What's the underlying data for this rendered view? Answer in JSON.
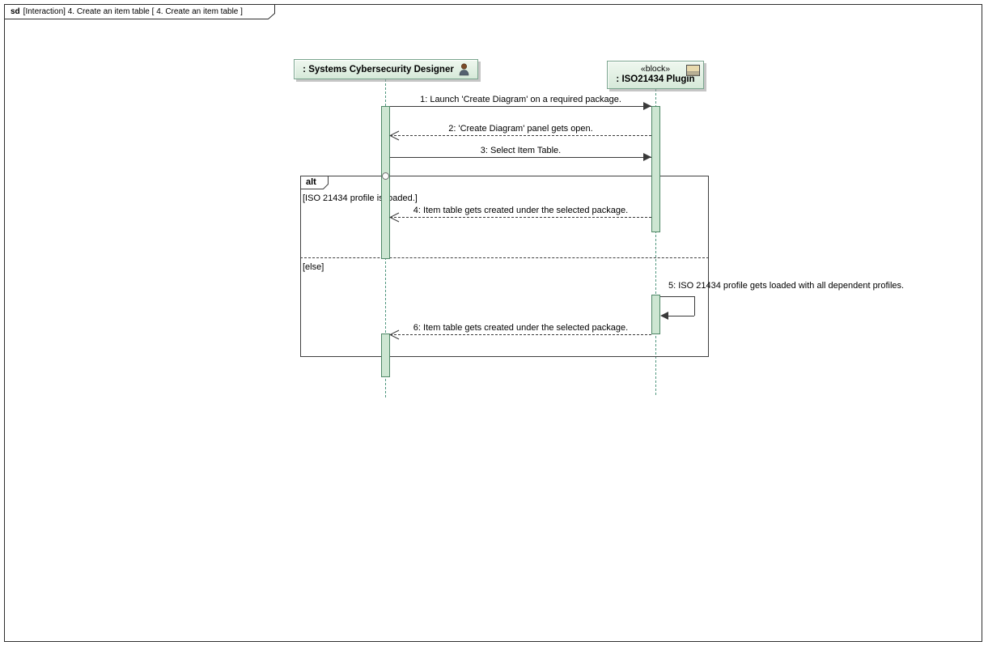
{
  "frame": {
    "keyword": "sd",
    "title": "[Interaction] 4. Create an item table [ 4. Create an item table ]"
  },
  "lifelines": [
    {
      "label": ": Systems Cybersecurity Designer",
      "icon": "actor-person-icon"
    },
    {
      "stereotype": "«block»",
      "label": ": ISO21434 Plugin",
      "icon": "block-icon"
    }
  ],
  "fragment": {
    "operator": "alt",
    "guards": [
      "[ISO 21434 profile is loaded.]",
      "[else]"
    ]
  },
  "messages": [
    {
      "label": "1: Launch 'Create Diagram' on a required package.",
      "kind": "sync",
      "direction": "right"
    },
    {
      "label": "2: 'Create Diagram' panel gets open.",
      "kind": "reply",
      "direction": "left"
    },
    {
      "label": "3: Select Item Table.",
      "kind": "sync",
      "direction": "right"
    },
    {
      "label": "4: Item table gets created under the selected package.",
      "kind": "reply",
      "direction": "left"
    },
    {
      "label": "5: ISO 21434 profile gets loaded with all dependent profiles.",
      "kind": "self",
      "direction": "self"
    },
    {
      "label": "6: Item table gets created under the selected package.",
      "kind": "reply",
      "direction": "left"
    }
  ],
  "colors": {
    "header_fill": "#d6e9d9",
    "header_border": "#7aa58e",
    "activation_fill": "#cde6d2",
    "activation_border": "#4f8767",
    "lifeline": "#4f967e",
    "message_line": "#3a3a3a",
    "block_icon_fill": "#e8d9ad"
  }
}
